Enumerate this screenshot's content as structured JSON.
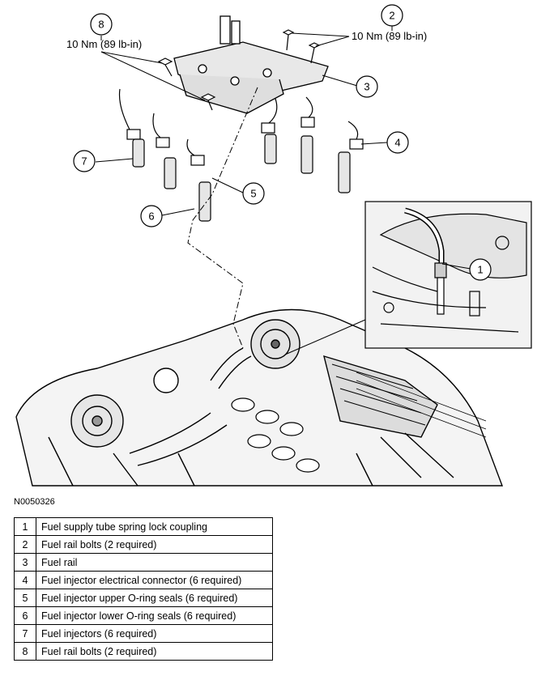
{
  "figure_id": "N0050326",
  "callouts": [
    {
      "num": "1"
    },
    {
      "num": "2",
      "spec": "10 Nm (89 lb-in)"
    },
    {
      "num": "3"
    },
    {
      "num": "4"
    },
    {
      "num": "5"
    },
    {
      "num": "6"
    },
    {
      "num": "7"
    },
    {
      "num": "8",
      "spec": "10 Nm (89 lb-in)"
    }
  ],
  "legend": [
    {
      "num": "1",
      "desc": "Fuel supply tube spring lock coupling"
    },
    {
      "num": "2",
      "desc": "Fuel rail bolts (2 required)"
    },
    {
      "num": "3",
      "desc": "Fuel rail"
    },
    {
      "num": "4",
      "desc": "Fuel injector electrical connector (6 required)"
    },
    {
      "num": "5",
      "desc": "Fuel injector upper O-ring seals (6 required)"
    },
    {
      "num": "6",
      "desc": "Fuel injector lower O-ring seals (6 required)"
    },
    {
      "num": "7",
      "desc": "Fuel injectors (6 required)"
    },
    {
      "num": "8",
      "desc": "Fuel rail bolts (2 required)"
    }
  ]
}
